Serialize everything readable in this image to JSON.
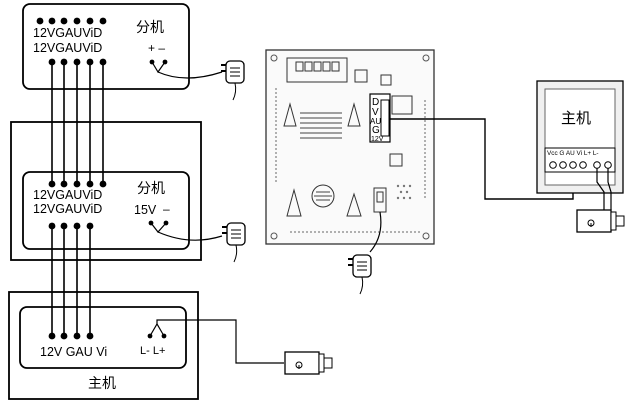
{
  "substation_top": {
    "terminals_top": "12VGAUViD",
    "terminals_bottom": "12VGAUViD",
    "title": "分机",
    "polarity": "+ ‒"
  },
  "substation_mid": {
    "terminals_top": "12VGAUViD",
    "terminals_bottom": "12VGAUViD",
    "title": "分机",
    "supply": "15V",
    "polarity": "‒"
  },
  "master_bottom": {
    "terminals": "12V GAU Vi",
    "lock_terminals": "L- L+",
    "title": "主机"
  },
  "pcb": {
    "connector_labels": [
      "D",
      "V",
      "AU",
      "G",
      "12V"
    ]
  },
  "master_right": {
    "title": "主机",
    "terminals": "Vcc G  AU  Vi   L+ L-"
  },
  "icons": [
    "power-adapter-icon",
    "electric-lock-icon"
  ]
}
